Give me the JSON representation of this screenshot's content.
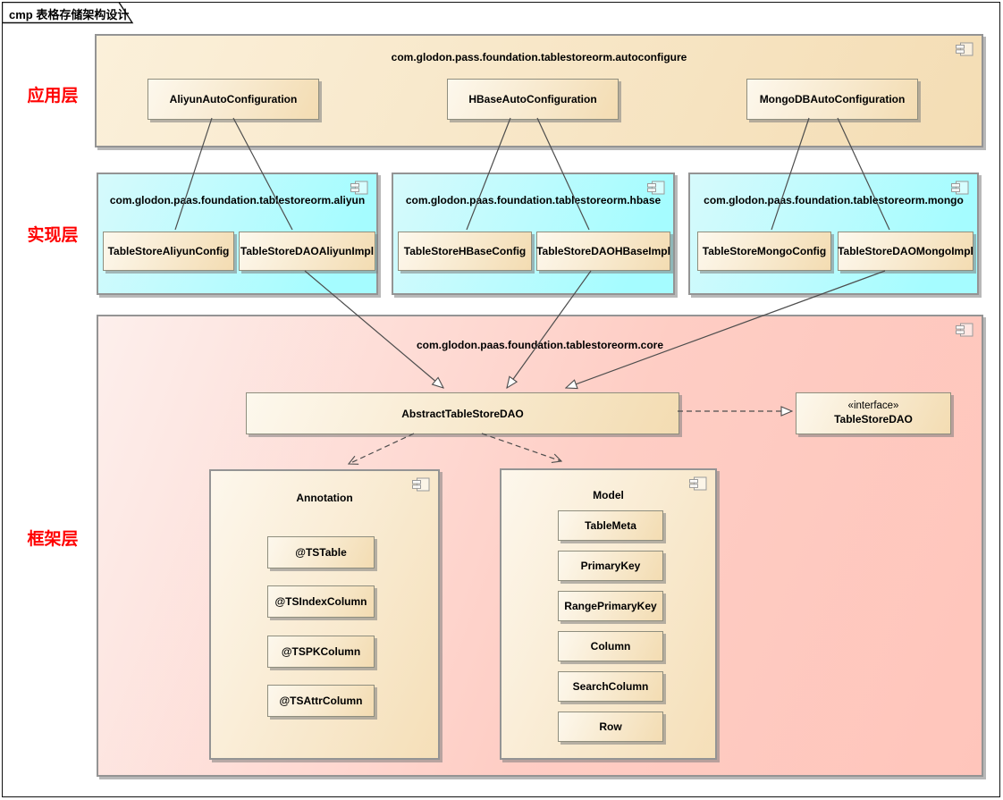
{
  "frame": {
    "title": "cmp 表格存储架构设计"
  },
  "layers": [
    "应用层",
    "实现层",
    "框架层"
  ],
  "packages": {
    "autoconfigure": {
      "name": "com.glodon.pass.foundation.tablestoreorm.autoconfigure",
      "components": [
        "AliyunAutoConfiguration",
        "HBaseAutoConfiguration",
        "MongoDBAutoConfiguration"
      ]
    },
    "aliyun": {
      "name": "com.glodon.paas.foundation.tablestoreorm.aliyun",
      "components": [
        "TableStoreAliyunConfig",
        "TableStoreDAOAliyunImpl"
      ]
    },
    "hbase": {
      "name": "com.glodon.paas.foundation.tablestoreorm.hbase",
      "components": [
        "TableStoreHBaseConfig",
        "TableStoreDAOHBaseImpl"
      ]
    },
    "mongo": {
      "name": "com.glodon.paas.foundation.tablestoreorm.mongo",
      "components": [
        "TableStoreMongoConfig",
        "TableStoreDAOMongoImpl"
      ]
    },
    "core": {
      "name": "com.glodon.paas.foundation.tablestoreorm.core",
      "abstract_dao": "AbstractTableStoreDAO",
      "interface": {
        "stereotype": "«interface»",
        "name": "TableStoreDAO"
      },
      "annotation": {
        "name": "Annotation",
        "items": [
          "@TSTable",
          "@TSIndexColumn",
          "@TSPKColumn",
          "@TSAttrColumn"
        ]
      },
      "model": {
        "name": "Model",
        "items": [
          "TableMeta",
          "PrimaryKey",
          "RangePrimaryKey",
          "Column",
          "SearchColumn",
          "Row"
        ]
      }
    }
  },
  "colors": {
    "layer_label": "#ff0000",
    "app_layer_fill": "#f4ddb4",
    "impl_layer_fill": "#a5fcff",
    "framework_layer_fill": "#ffc5bb",
    "node_fill": "#f3dcb2",
    "connector": "#4d4d4d"
  }
}
